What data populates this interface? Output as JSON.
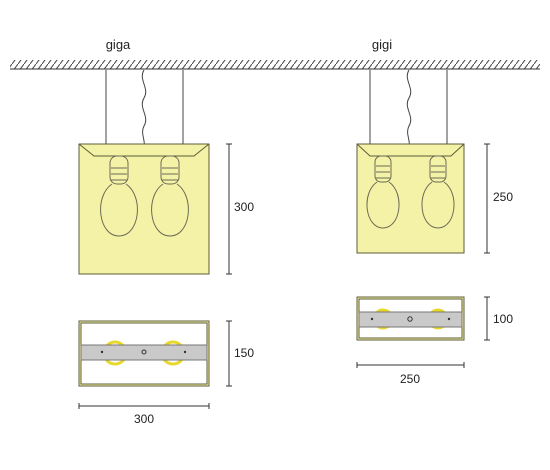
{
  "products": [
    {
      "name": "giga",
      "height": "300",
      "depth": "150",
      "width": "300"
    },
    {
      "name": "gigi",
      "height": "250",
      "depth": "100",
      "width": "250"
    }
  ],
  "colors": {
    "shade_fill": "#f4f2a6",
    "shade_stroke": "#5c5c3a",
    "bulb_ring": "#e8d82a",
    "bracket": "#c9c9c9",
    "line": "#333333",
    "ceiling_hatch": "#444444"
  }
}
